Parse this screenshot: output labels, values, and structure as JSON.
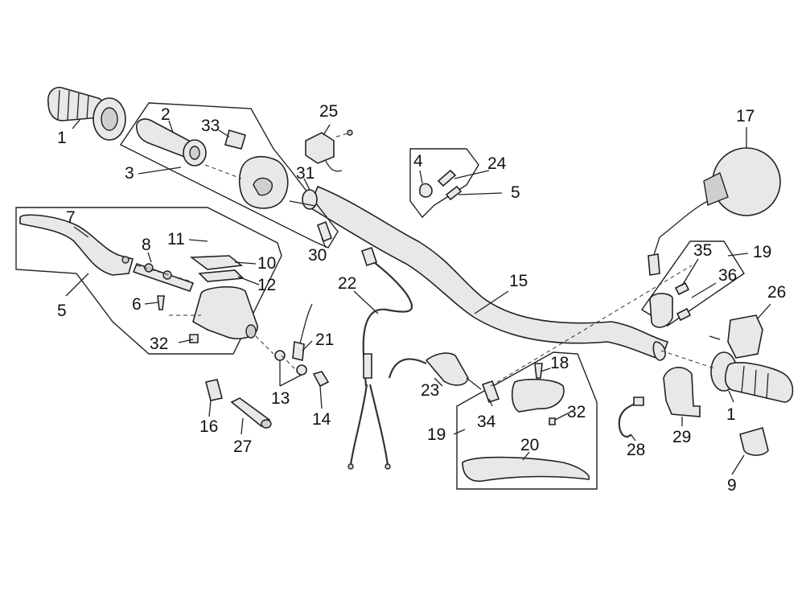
{
  "callouts": {
    "c1_left": "1",
    "c2": "2",
    "c33": "33",
    "c25": "25",
    "c17": "17",
    "c3": "3",
    "c31": "31",
    "c4": "4",
    "c24": "24",
    "c5_right": "5",
    "c7": "7",
    "c11": "11",
    "c8": "8",
    "c10": "10",
    "c30": "30",
    "c35": "35",
    "c19_right": "19",
    "c22": "22",
    "c15": "15",
    "c12": "12",
    "c36": "36",
    "c26": "26",
    "c5_left": "5",
    "c6": "6",
    "c21": "21",
    "c32_left": "32",
    "c18": "18",
    "c23": "23",
    "c13": "13",
    "c1_right": "1",
    "c34": "34",
    "c32_right": "32",
    "c16": "16",
    "c14": "14",
    "c27": "27",
    "c19_left": "19",
    "c29": "29",
    "c20": "20",
    "c28": "28",
    "c9": "9"
  }
}
